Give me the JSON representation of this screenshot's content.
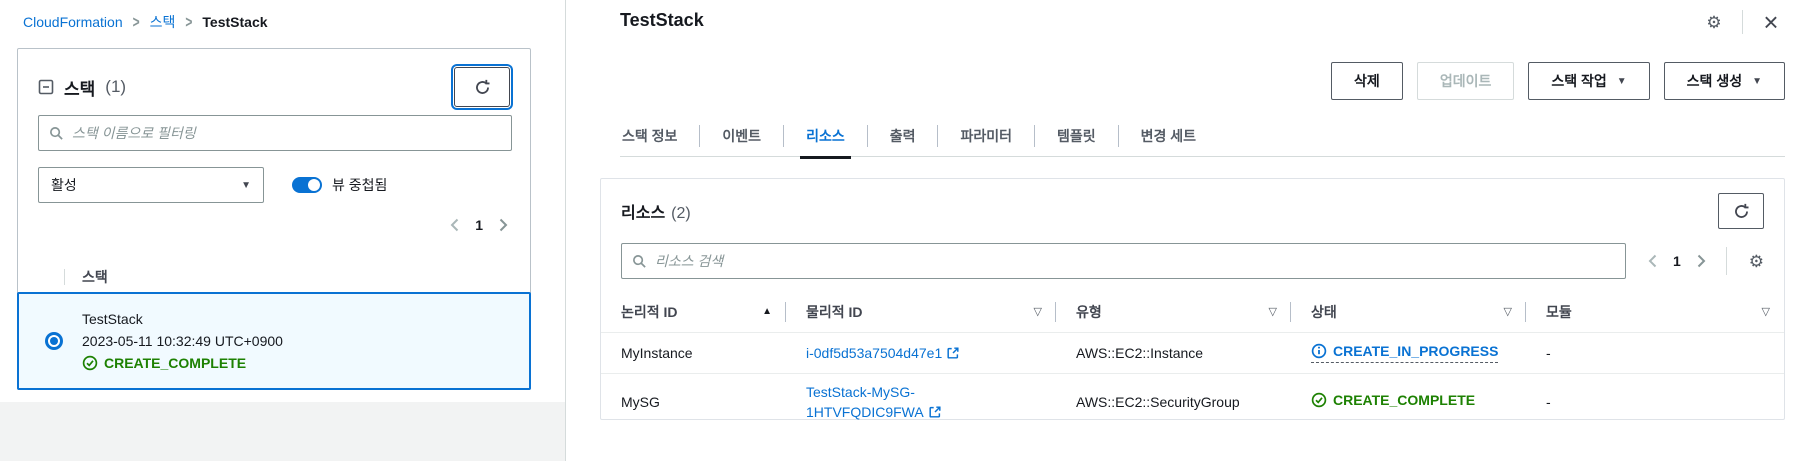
{
  "colors": {
    "accent": "#0972d3",
    "success": "#1d8102",
    "text": "#16191f",
    "secondary": "#545b64"
  },
  "breadcrumb": {
    "items": [
      "CloudFormation",
      "스택",
      "TestStack"
    ]
  },
  "stacks_panel": {
    "title": "스택",
    "count": "(1)",
    "filter_placeholder": "스택 이름으로 필터링",
    "status_filter_value": "활성",
    "toggle_label": "뷰 중첩됨",
    "page": "1",
    "column_header": "스택",
    "rows": [
      {
        "name": "TestStack",
        "created": "2023-05-11 10:32:49 UTC+0900",
        "status": "CREATE_COMPLETE"
      }
    ]
  },
  "detail_panel": {
    "title": "TestStack",
    "buttons": {
      "delete": "삭제",
      "update": "업데이트",
      "stack_actions": "스택 작업",
      "create_stack": "스택 생성"
    },
    "tabs": [
      {
        "label": "스택 정보"
      },
      {
        "label": "이벤트"
      },
      {
        "label": "리소스",
        "active": true
      },
      {
        "label": "출력"
      },
      {
        "label": "파라미터"
      },
      {
        "label": "템플릿"
      },
      {
        "label": "변경 세트"
      }
    ],
    "resources": {
      "title": "리소스",
      "count": "(2)",
      "search_placeholder": "리소스 검색",
      "page": "1",
      "columns": [
        "논리적 ID",
        "물리적 ID",
        "유형",
        "상태",
        "모듈"
      ],
      "rows": [
        {
          "logical_id": "MyInstance",
          "physical_id": "i-0df5d53a7504d47e1",
          "type": "AWS::EC2::Instance",
          "status": "CREATE_IN_PROGRESS",
          "module": "-"
        },
        {
          "logical_id": "MySG",
          "physical_id": "TestStack-MySG-1HTVFQDIC9FWA",
          "type": "AWS::EC2::SecurityGroup",
          "status": "CREATE_COMPLETE",
          "module": "-"
        }
      ]
    }
  }
}
